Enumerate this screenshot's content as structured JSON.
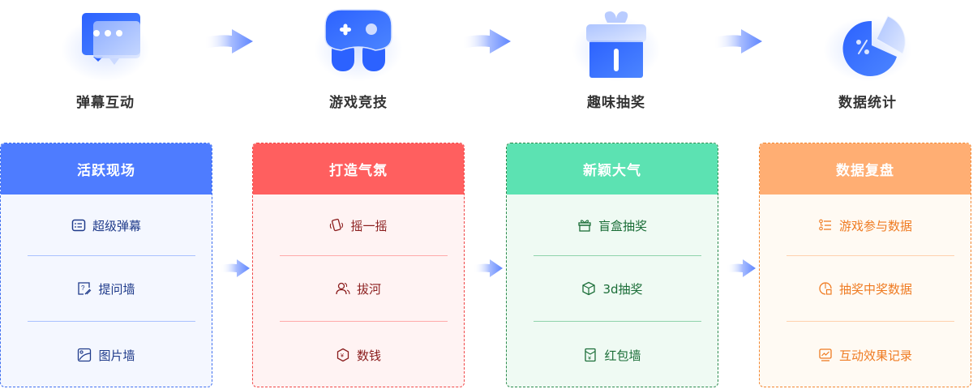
{
  "steps": [
    {
      "label": "弹幕互动",
      "icon": "chat-bubbles-icon"
    },
    {
      "label": "游戏竞技",
      "icon": "gamepad-icon"
    },
    {
      "label": "趣味抽奖",
      "icon": "gift-box-icon"
    },
    {
      "label": "数据统计",
      "icon": "pie-chart-icon"
    }
  ],
  "cards": [
    {
      "title": "活跃现场",
      "color": "#4e7cff",
      "items": [
        {
          "label": "超级弹幕",
          "icon": "message-list-icon"
        },
        {
          "label": "提问墙",
          "icon": "question-edit-icon"
        },
        {
          "label": "图片墙",
          "icon": "image-icon"
        }
      ]
    },
    {
      "title": "打造气氛",
      "color": "#ff5f5f",
      "items": [
        {
          "label": "摇一摇",
          "icon": "shake-phone-icon"
        },
        {
          "label": "拔河",
          "icon": "users-icon"
        },
        {
          "label": "数钱",
          "icon": "yuan-hexagon-icon"
        }
      ]
    },
    {
      "title": "新颖大气",
      "color": "#5ce2b2",
      "items": [
        {
          "label": "盲盒抽奖",
          "icon": "gift-icon"
        },
        {
          "label": "3d抽奖",
          "icon": "cube-icon"
        },
        {
          "label": "红包墙",
          "icon": "red-envelope-icon"
        }
      ]
    },
    {
      "title": "数据复盘",
      "color": "#ffae73",
      "items": [
        {
          "label": "游戏参与数据",
          "icon": "list-nodes-icon"
        },
        {
          "label": "抽奖中奖数据",
          "icon": "chart-badge-icon"
        },
        {
          "label": "互动效果记录",
          "icon": "monitor-trend-icon"
        }
      ]
    }
  ]
}
